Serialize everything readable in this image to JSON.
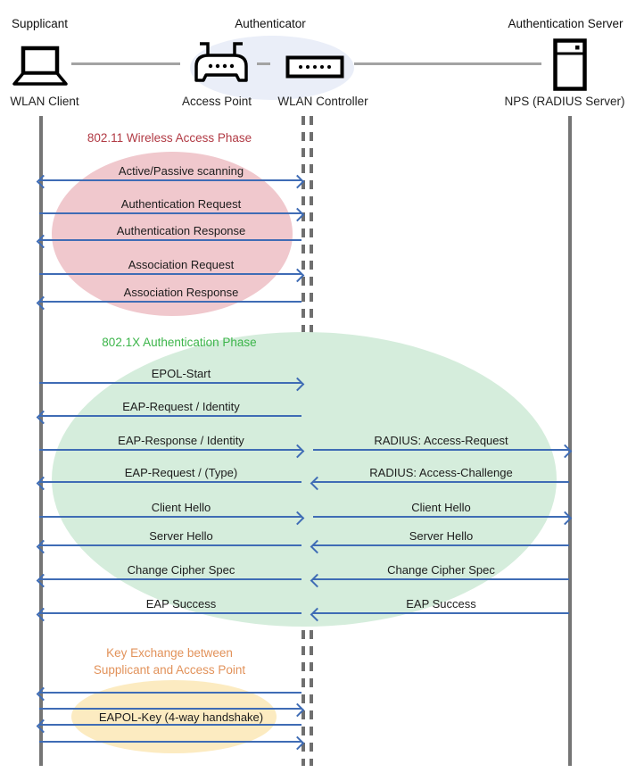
{
  "actors": {
    "supplicant": {
      "role": "Supplicant",
      "device": "WLAN Client"
    },
    "authenticator": {
      "role": "Authenticator",
      "ap": "Access Point",
      "wlc": "WLAN Controller"
    },
    "server": {
      "role": "Authentication Server",
      "device": "NPS (RADIUS Server)"
    }
  },
  "phases": {
    "wireless_access": {
      "title": "802.11 Wireless Access Phase",
      "color": "#B13A44",
      "ellipse_color": "#F0C8CD"
    },
    "authentication": {
      "title": "802.1X Authentication Phase",
      "color": "#3CB54A",
      "ellipse_color": "#D5EDDC"
    },
    "key_exchange": {
      "line1": "Key Exchange between",
      "line2": "Supplicant and Access Point",
      "color": "#E2925A",
      "ellipse_color": "#FCEBC1"
    }
  },
  "messages_left": [
    {
      "label": "Active/Passive scanning",
      "direction": "both",
      "phase": "802.11"
    },
    {
      "label": "Authentication Request",
      "direction": "right",
      "phase": "802.11"
    },
    {
      "label": "Authentication Response",
      "direction": "left",
      "phase": "802.11"
    },
    {
      "label": "Association Request",
      "direction": "right",
      "phase": "802.11"
    },
    {
      "label": "Association Response",
      "direction": "left",
      "phase": "802.11"
    },
    {
      "label": "EPOL-Start",
      "direction": "right",
      "phase": "802.1X"
    },
    {
      "label": "EAP-Request / Identity",
      "direction": "left",
      "phase": "802.1X"
    },
    {
      "label": "EAP-Response / Identity",
      "direction": "right",
      "phase": "802.1X"
    },
    {
      "label": "EAP-Request / (Type)",
      "direction": "left",
      "phase": "802.1X"
    },
    {
      "label": "Client Hello",
      "direction": "right",
      "phase": "802.1X"
    },
    {
      "label": "Server Hello",
      "direction": "left",
      "phase": "802.1X"
    },
    {
      "label": "Change Cipher Spec",
      "direction": "left",
      "phase": "802.1X"
    },
    {
      "label": "EAP Success",
      "direction": "left",
      "phase": "802.1X"
    },
    {
      "label": "",
      "direction": "left",
      "phase": "key-exchange"
    },
    {
      "label": "",
      "direction": "right",
      "phase": "key-exchange"
    },
    {
      "label": "EAPOL-Key (4-way handshake)",
      "direction": "left",
      "phase": "key-exchange"
    },
    {
      "label": "",
      "direction": "right",
      "phase": "key-exchange"
    }
  ],
  "messages_right": [
    {
      "label": "RADIUS: Access-Request",
      "direction": "right",
      "phase": "802.1X"
    },
    {
      "label": "RADIUS: Access-Challenge",
      "direction": "left",
      "phase": "802.1X"
    },
    {
      "label": "Client Hello",
      "direction": "right",
      "phase": "802.1X"
    },
    {
      "label": "Server Hello",
      "direction": "left",
      "phase": "802.1X"
    },
    {
      "label": "Change Cipher Spec",
      "direction": "left",
      "phase": "802.1X"
    },
    {
      "label": "EAP Success",
      "direction": "left",
      "phase": "802.1X"
    }
  ],
  "colors": {
    "arrow": "#3F6CB5",
    "lifeline": "#757575",
    "connector": "#A3A3A3",
    "authenticator_halo": "#EAEEF8"
  }
}
